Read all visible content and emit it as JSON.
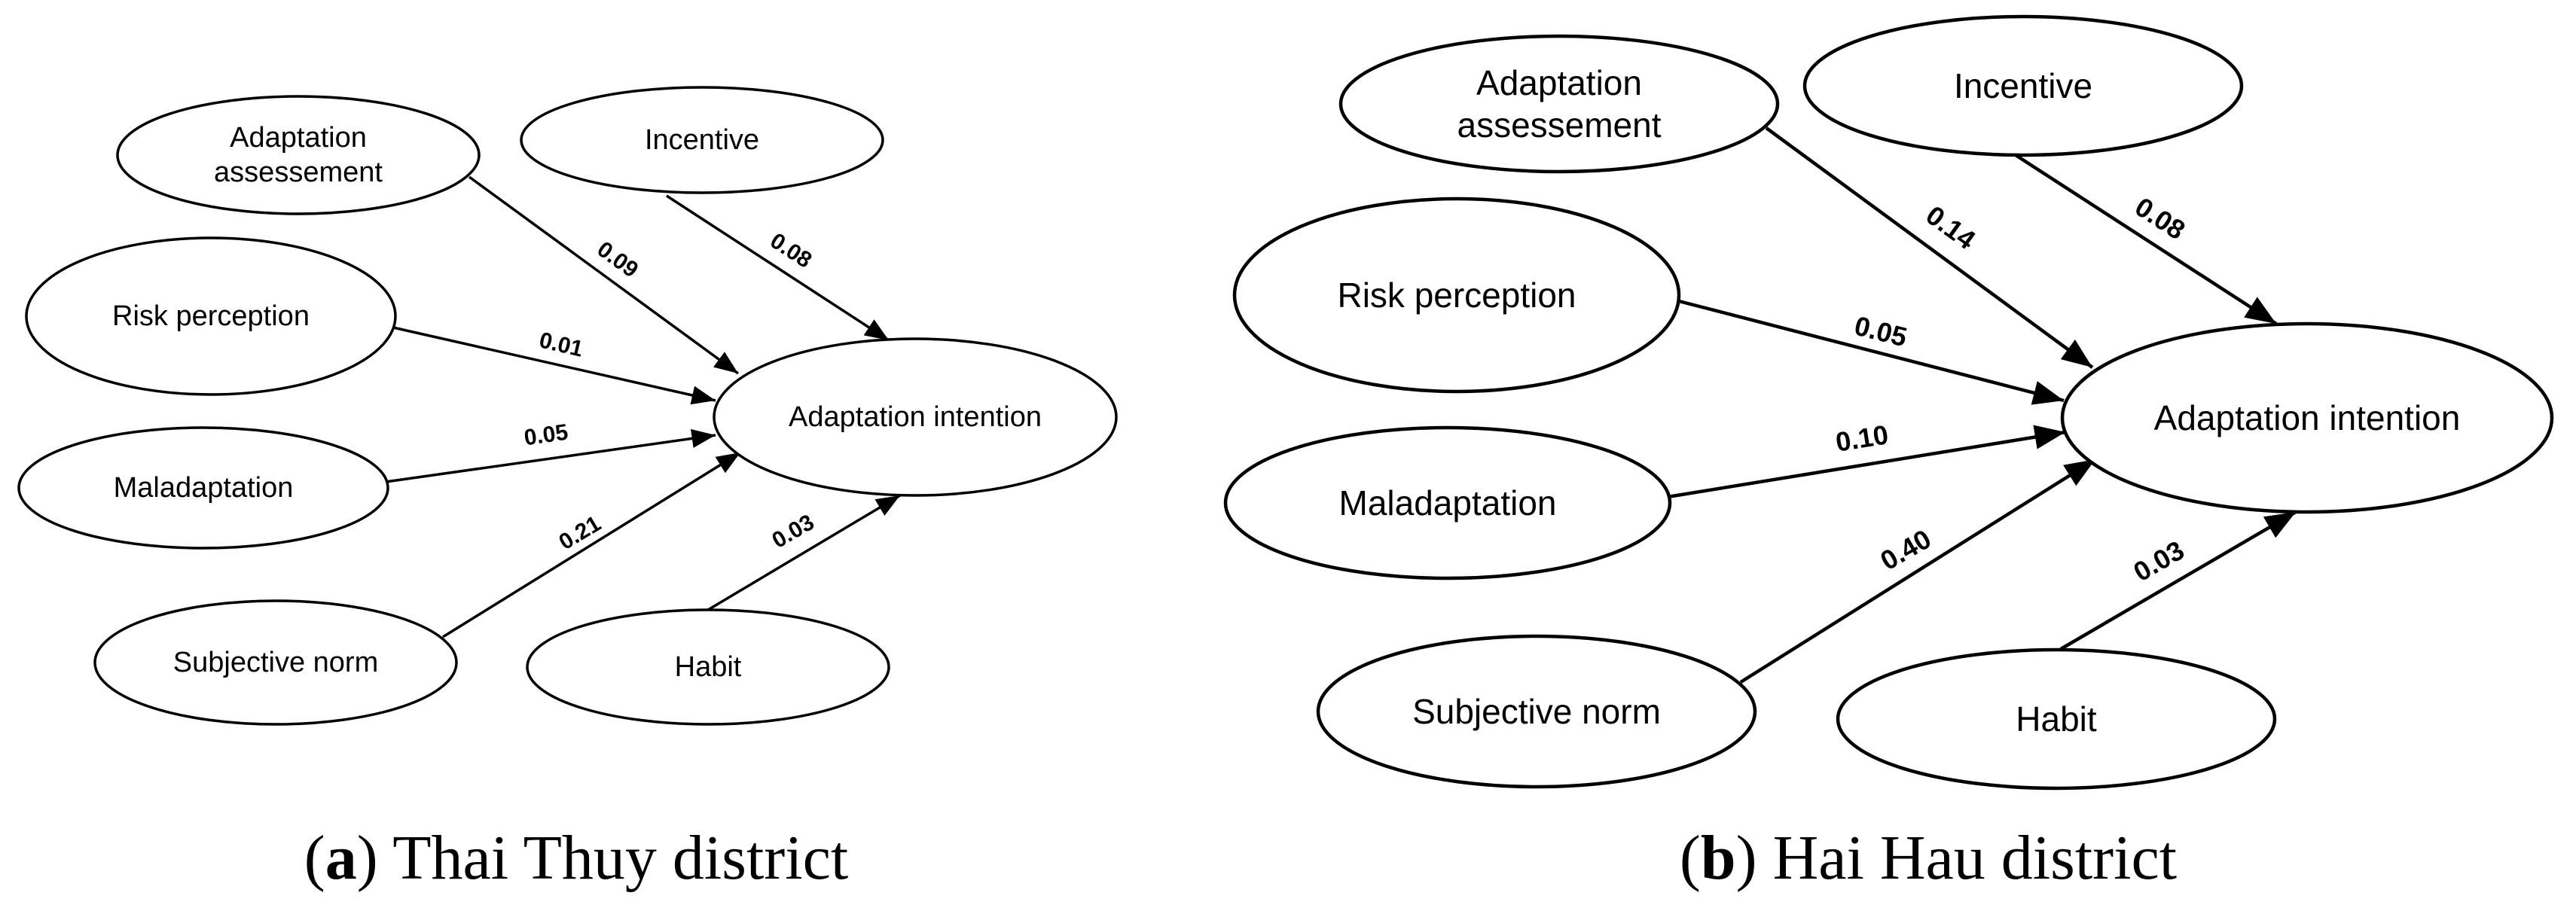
{
  "panels": [
    {
      "caption": {
        "letter": "a",
        "text": "Thai Thuy district"
      },
      "nodes": [
        {
          "id": "adaptation-assessement",
          "lines": [
            "Adaptation",
            "assessement"
          ]
        },
        {
          "id": "incentive",
          "lines": [
            "Incentive"
          ]
        },
        {
          "id": "risk-perception",
          "lines": [
            "Risk perception"
          ]
        },
        {
          "id": "maladaptation",
          "lines": [
            "Maladaptation"
          ]
        },
        {
          "id": "subjective-norm",
          "lines": [
            "Subjective norm"
          ]
        },
        {
          "id": "habit",
          "lines": [
            "Habit"
          ]
        },
        {
          "id": "adaptation-intention",
          "lines": [
            "Adaptation intention"
          ]
        }
      ],
      "edges": [
        {
          "from": "adaptation-assessement",
          "to": "adaptation-intention",
          "label": "0.09"
        },
        {
          "from": "incentive",
          "to": "adaptation-intention",
          "label": "0.08"
        },
        {
          "from": "risk-perception",
          "to": "adaptation-intention",
          "label": "0.01"
        },
        {
          "from": "maladaptation",
          "to": "adaptation-intention",
          "label": "0.05"
        },
        {
          "from": "subjective-norm",
          "to": "adaptation-intention",
          "label": "0.21"
        },
        {
          "from": "habit",
          "to": "adaptation-intention",
          "label": "0.03"
        }
      ]
    },
    {
      "caption": {
        "letter": "b",
        "text": "Hai Hau district"
      },
      "nodes": [
        {
          "id": "adaptation-assessement",
          "lines": [
            "Adaptation",
            "assessement"
          ]
        },
        {
          "id": "incentive",
          "lines": [
            "Incentive"
          ]
        },
        {
          "id": "risk-perception",
          "lines": [
            "Risk perception"
          ]
        },
        {
          "id": "maladaptation",
          "lines": [
            "Maladaptation"
          ]
        },
        {
          "id": "subjective-norm",
          "lines": [
            "Subjective norm"
          ]
        },
        {
          "id": "habit",
          "lines": [
            "Habit"
          ]
        },
        {
          "id": "adaptation-intention",
          "lines": [
            "Adaptation intention"
          ]
        }
      ],
      "edges": [
        {
          "from": "adaptation-assessement",
          "to": "adaptation-intention",
          "label": "0.14"
        },
        {
          "from": "incentive",
          "to": "adaptation-intention",
          "label": "0.08"
        },
        {
          "from": "risk-perception",
          "to": "adaptation-intention",
          "label": "0.05"
        },
        {
          "from": "maladaptation",
          "to": "adaptation-intention",
          "label": "0.10"
        },
        {
          "from": "subjective-norm",
          "to": "adaptation-intention",
          "label": "0.40"
        },
        {
          "from": "habit",
          "to": "adaptation-intention",
          "label": "0.03"
        }
      ]
    }
  ]
}
